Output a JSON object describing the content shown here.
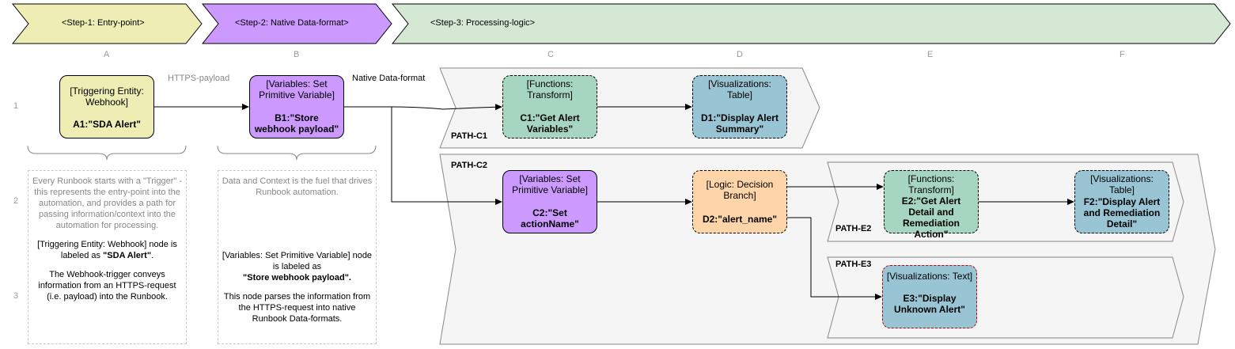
{
  "steps": [
    {
      "text": "<Step-1: Entry-point>",
      "fill": "#eeeeb4"
    },
    {
      "text": "<Step-2: Native Data-format>",
      "fill": "#cc99ff"
    },
    {
      "text": "<Step-3: Processing-logic>",
      "fill": "#d5e8d4"
    }
  ],
  "columns": [
    "A",
    "B",
    "C",
    "D",
    "E",
    "F"
  ],
  "rows": [
    "1",
    "2",
    "3"
  ],
  "edges": {
    "https_payload": "HTTPS-payload",
    "native_data_format": "Native Data-format"
  },
  "paths": {
    "c1": "PATH-C1",
    "c2": "PATH-C2",
    "e2": "PATH-E2",
    "e3": "PATH-E3"
  },
  "nodes": {
    "a1": {
      "header": "[Triggering Entity: Webhook]",
      "label": "A1:\"SDA Alert\"",
      "fill": "#eeeeb4"
    },
    "b1": {
      "header": "[Variables: Set Primitive Variable]",
      "label": "B1:\"Store webhook payload\"",
      "fill": "#cc99ff"
    },
    "c1": {
      "header": "[Functions: Transform]",
      "label": "C1:\"Get Alert Variables\"",
      "fill": "#a6d5c0"
    },
    "d1": {
      "header": "[Visualizations: Table]",
      "label": "D1:\"Display Alert Summary\"",
      "fill": "#98c4d4"
    },
    "c2": {
      "header": "[Variables: Set Primitive Variable]",
      "label": "C2:\"Set actionName\"",
      "fill": "#cc99ff"
    },
    "d2": {
      "header": "[Logic: Decision Branch]",
      "label": "D2:\"alert_name\"",
      "fill": "#fdd5a8"
    },
    "e2": {
      "header": "[Functions: Transform]",
      "label": "E2:\"Get Alert Detail and Remediation Action\"",
      "fill": "#a6d5c0"
    },
    "f2": {
      "header": "[Visualizations: Table]",
      "label": "F2:\"Display Alert and Remediation Detail\"",
      "fill": "#98c4d4"
    },
    "e3": {
      "header": "[Visualizations: Text]",
      "label": "E3:\"Display Unknown Alert\"",
      "fill": "#98c4d4"
    }
  },
  "notes": {
    "a": {
      "intro": "Every Runbook starts with a \"Trigger\" - this represents the entry-point into the automation, and provides a path for passing information/context into the automation for processing.",
      "label_pre": "[Triggering Entity: Webhook] node is labeled as ",
      "label_bold": "\"SDA Alert\"",
      "label_post": ".",
      "desc": "The Webhook-trigger conveys information from an HTTPS-request (i.e. payload) into the Runbook."
    },
    "b": {
      "intro": "Data and Context is the fuel that drives Runbook automation.",
      "label_pre": "[Variables: Set Primitive Variable] node is labeled as",
      "label_bold": "\"Store webhook payload\".",
      "desc": "This node parses the information from the HTTPS-request into native Runbook Data-formats."
    }
  }
}
